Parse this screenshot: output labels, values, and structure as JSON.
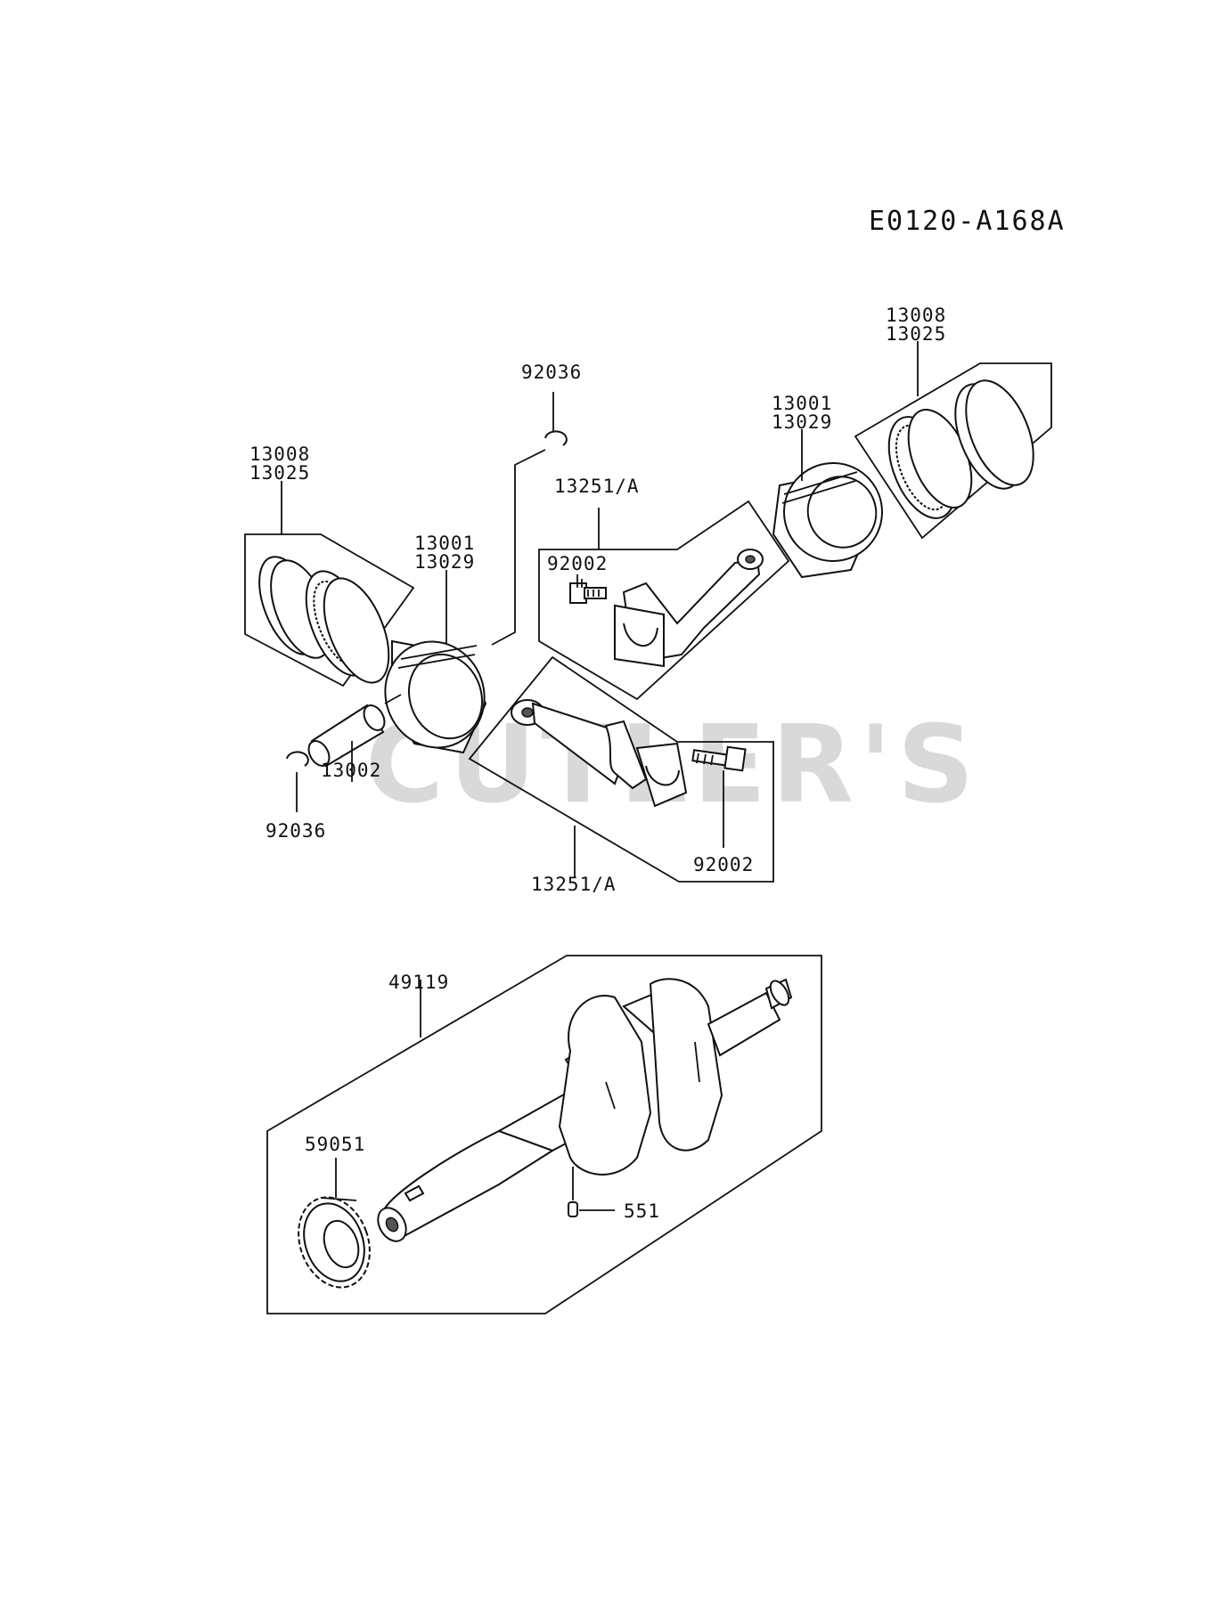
{
  "diagram": {
    "code": "E0120-A168A",
    "watermark": "CUTLER'S",
    "labels": {
      "rings_left_1": "13008",
      "rings_left_2": "13025",
      "piston_left_1": "13001",
      "piston_left_2": "13029",
      "clip_top": "92036",
      "rod_upper": "13251/A",
      "bolt_upper": "92002",
      "piston_right_1": "13001",
      "piston_right_2": "13029",
      "rings_right_1": "13008",
      "rings_right_2": "13025",
      "pin": "13002",
      "clip_left": "92036",
      "rod_lower": "13251/A",
      "bolt_lower": "92002",
      "crankshaft": "49119",
      "gear": "59051",
      "key": "551"
    }
  }
}
